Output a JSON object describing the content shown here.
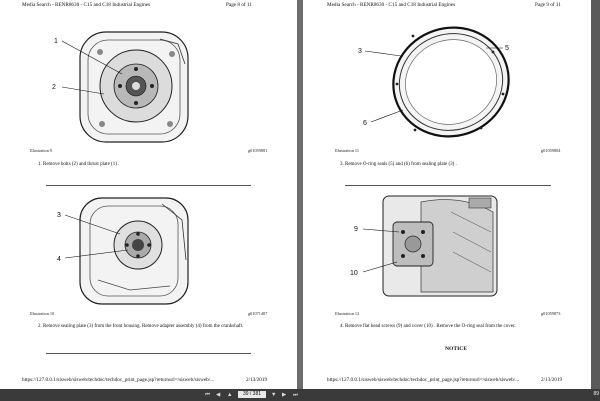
{
  "left_page": {
    "header_left": "Media Search - RENR8630 - C15 and C18 Industrial Engines",
    "header_right": "Page 8 of 11",
    "illustrations": [
      {
        "caption": "Illustration 9",
        "code": "g01059881",
        "callouts": [
          "1",
          "2"
        ],
        "step": "1.   Remove bolts (2) and thrust plate (1) ."
      },
      {
        "caption": "Illustration 10",
        "code": "g01071487",
        "callouts": [
          "3",
          "4"
        ],
        "step": "2.   Remove sealing plate (3) from the front housing. Remove adapter assembly (4) from the crankshaft."
      }
    ],
    "footer_url": "https://127.0.0.1/sisweb/sisweb/techdoc/techdoc_print_page.jsp?returnurl=/sisweb/sisweb/...",
    "footer_date": "2/13/2019"
  },
  "right_page": {
    "header_left": "Media Search - RENR8630 - C15 and C18 Industrial Engines",
    "header_right": "Page 9 of 11",
    "illustrations": [
      {
        "caption": "Illustration 11",
        "code": "g01059884",
        "callouts": [
          "3",
          "5",
          "6"
        ],
        "step": "3.   Remove O-ring seals (5) and (6) from sealing plate (3) ."
      },
      {
        "caption": "Illustration 12",
        "code": "g01059873",
        "callouts": [
          "9",
          "10"
        ],
        "step": "4.   Remove flat head screws (9) and cover (10) . Remove the O-ring seal from the cover."
      }
    ],
    "notice": "NOTICE",
    "footer_url": "https://127.0.0.1/sisweb/sisweb/techdoc/techdoc_print_page.jsp?returnurl=/sisweb/sisweb/...",
    "footer_date": "2/13/2019"
  },
  "toolbar": {
    "current_page": "39",
    "page_total": "/ 381",
    "zoom": "89"
  },
  "colors": {
    "viewer_bg": "#6d6d6d",
    "toolbar_bg": "#3a3a3a"
  }
}
